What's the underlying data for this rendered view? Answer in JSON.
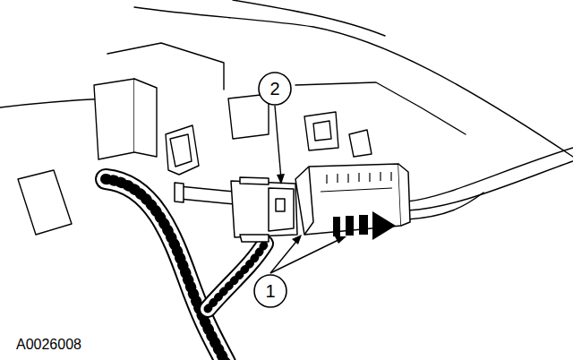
{
  "diagram": {
    "labels": [
      "2",
      "1",
      "A0026008"
    ]
  }
}
